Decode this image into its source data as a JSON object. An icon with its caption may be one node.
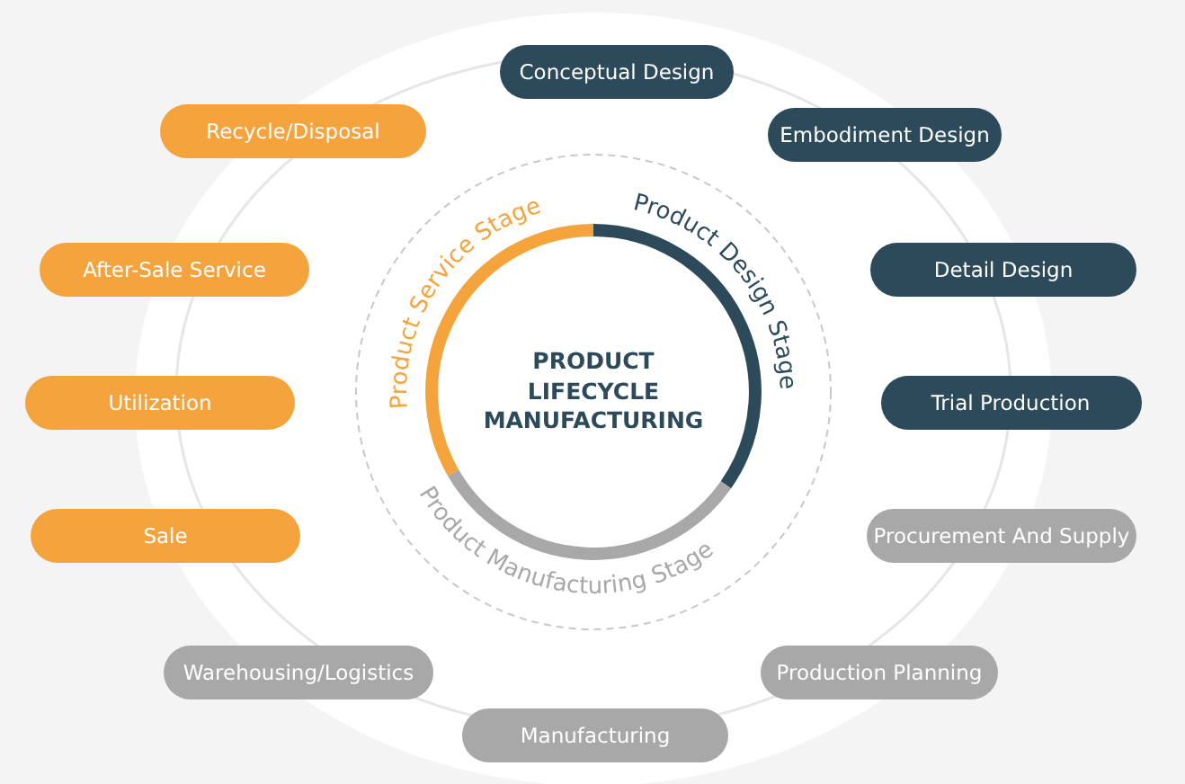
{
  "diagram": {
    "nodes": [
      {
        "text": [
          "PRODUCT LIFECYCLE MANUFACTURING"
        ]
      },
      {
        "text": [
          "Conceptual Design"
        ]
      },
      {
        "text": [
          "Embodiment Design"
        ]
      },
      {
        "text": [
          "Detail Design"
        ]
      },
      {
        "text": [
          "Trial Production"
        ]
      },
      {
        "text": [
          "Procurement And Supply"
        ]
      },
      {
        "text": [
          "Production Planning"
        ]
      },
      {
        "text": [
          "Manufacturing"
        ]
      },
      {
        "text": [
          "Warehousing/Logistics"
        ]
      },
      {
        "text": [
          "Sale"
        ]
      },
      {
        "text": [
          "Utilization"
        ]
      },
      {
        "text": [
          "After-Sale Service"
        ]
      },
      {
        "text": [
          "Recycle/Disposal"
        ]
      }
    ],
    "edges": [],
    "labels": [
      "Product Service Stage",
      "Product Design Stage",
      "Product Manufacturing Stage"
    ]
  }
}
